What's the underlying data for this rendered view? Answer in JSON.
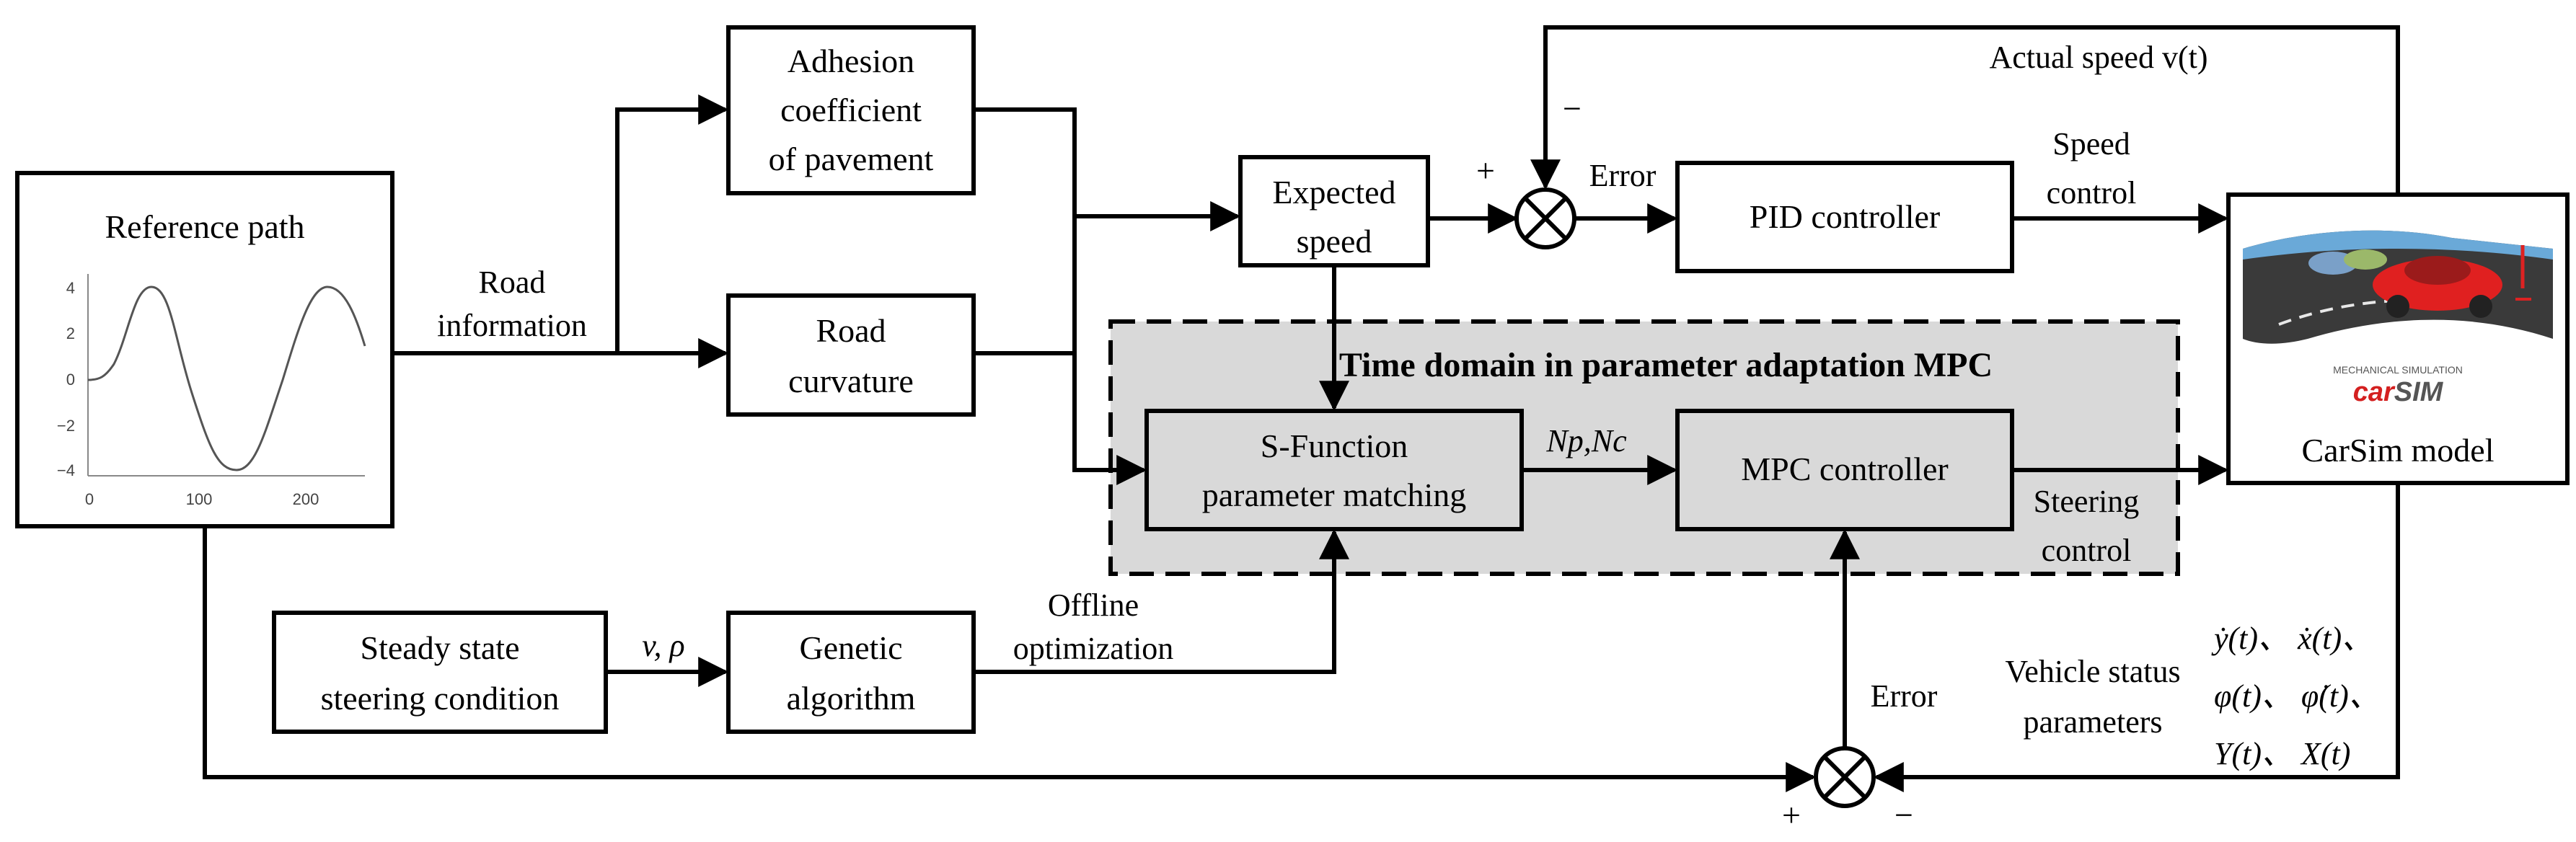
{
  "reference_panel": {
    "title": "Reference path",
    "y_ticks": [
      "4",
      "2",
      "0",
      "−2",
      "−4"
    ],
    "x_ticks": [
      "0",
      "100",
      "200"
    ]
  },
  "road_information": {
    "line1": "Road",
    "line2": "information"
  },
  "adhesion": {
    "line1": "Adhesion",
    "line2": "coefficient",
    "line3": "of pavement"
  },
  "road_curvature": {
    "line1": "Road",
    "line2": "curvature"
  },
  "expected_speed": {
    "line1": "Expected",
    "line2": "speed"
  },
  "pid": {
    "label": "PID controller"
  },
  "mpc_region": {
    "title": "Time domain in parameter adaptation MPC"
  },
  "sfunction": {
    "line1": "S-Function",
    "line2": "parameter matching"
  },
  "mpc_controller": {
    "label": "MPC controller"
  },
  "np_nc": {
    "label": "Np,Nc"
  },
  "carsim": {
    "label": "CarSim model",
    "logo_top": "MECHANICAL SIMULATION",
    "logo_car": "car",
    "logo_sim": "SIM"
  },
  "steady_state": {
    "line1": "Steady state",
    "line2": "steering condition"
  },
  "v_rho": {
    "label": "v,  ρ"
  },
  "genetic": {
    "line1": "Genetic",
    "line2": "algorithm"
  },
  "offline": {
    "line1": "Offline",
    "line2": "optimization"
  },
  "actual_speed": {
    "label": "Actual speed v(t)"
  },
  "speed_control": {
    "line1": "Speed",
    "line2": "control"
  },
  "steering_control": {
    "line1": "Steering",
    "line2": "control"
  },
  "error_top": {
    "label": "Error"
  },
  "error_bottom": {
    "label": "Error"
  },
  "signs": {
    "plus": "+",
    "minus": "−"
  },
  "vehicle_status": {
    "line1": "Vehicle status",
    "line2": "parameters",
    "row1": "ẏ(t)、 ẋ(t)、",
    "row2": "φ(t)、 φ̇(t)、",
    "row3": "Y(t)、 X(t)"
  }
}
